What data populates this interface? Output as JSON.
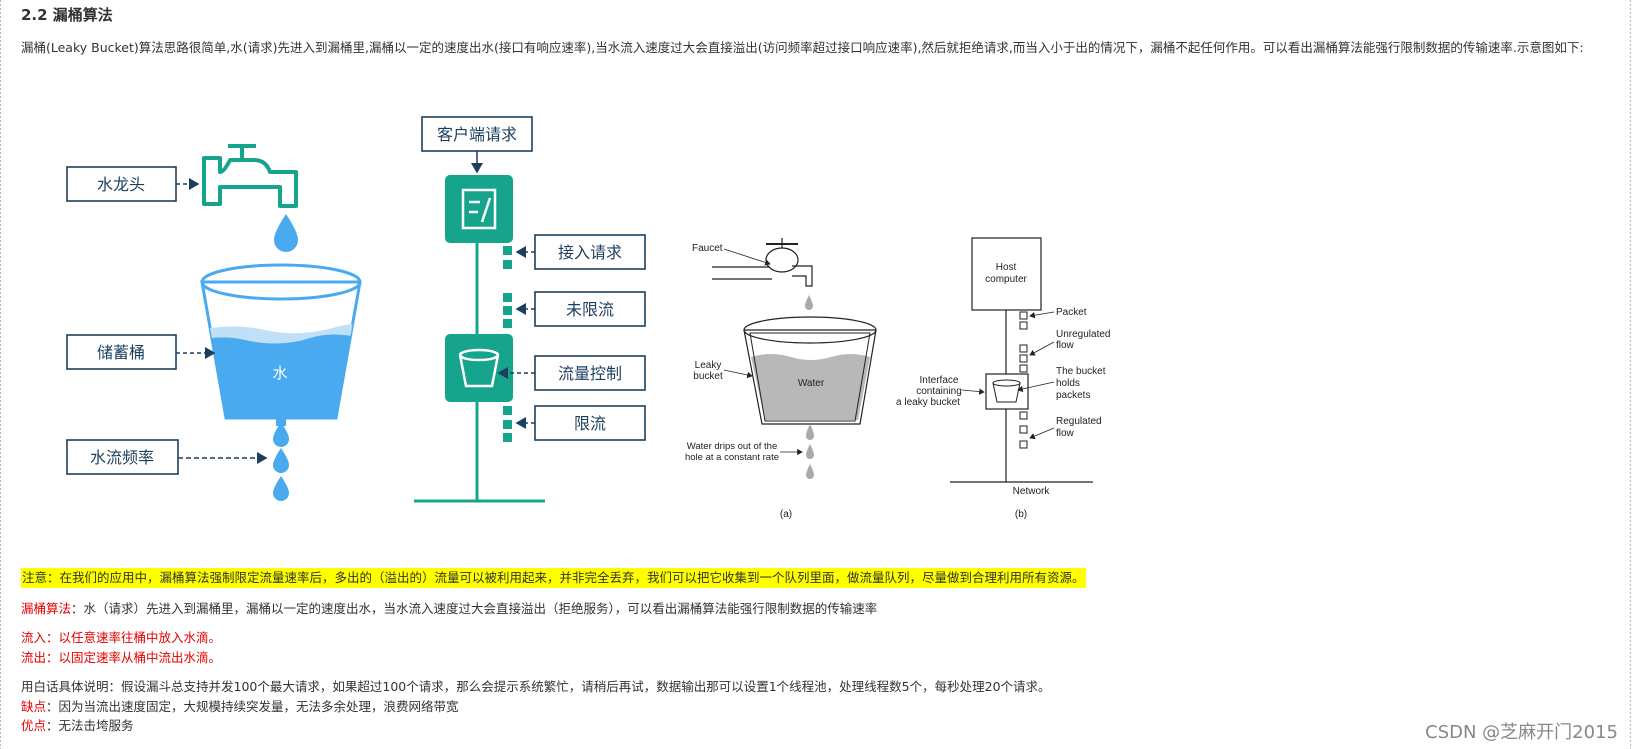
{
  "section_title": "2.2 漏桶算法",
  "intro": "漏桶(Leaky Bucket)算法思路很简单,水(请求)先进入到漏桶里,漏桶以一定的速度出水(接口有响应速率),当水流入速度过大会直接溢出(访问频率超过接口响应速率),然后就拒绝请求,而当入小于出的情况下，漏桶不起任何作用。可以看出漏桶算法能强行限制数据的传输速率.示意图如下:",
  "diagram_left": {
    "faucet_label": "水龙头",
    "bucket_label": "储蓄桶",
    "water_text": "水",
    "rate_label": "水流频率"
  },
  "diagram_flow": {
    "top_label": "客户端请求",
    "step1": "接入请求",
    "step2": "未限流",
    "step3": "流量控制",
    "step4": "限流"
  },
  "diagram_a": {
    "faucet": "Faucet",
    "leaky_line1": "Leaky",
    "leaky_line2": "bucket",
    "water": "Water",
    "drips_line1": "Water drips out of the",
    "drips_line2": "hole at a constant rate",
    "caption": "(a)"
  },
  "diagram_b": {
    "host_line1": "Host",
    "host_line2": "computer",
    "packet": "Packet",
    "unreg_line1": "Unregulated",
    "unreg_line2": "flow",
    "holds_line1": "The bucket",
    "holds_line2": "holds",
    "holds_line3": "packets",
    "iface_line1": "Interface",
    "iface_line2": "containing",
    "iface_line3": "a leaky bucket",
    "reg_line1": "Regulated",
    "reg_line2": "flow",
    "network": "Network",
    "caption": "(b)"
  },
  "note": "注意：在我们的应用中，漏桶算法强制限定流量速率后，多出的（溢出的）流量可以被利用起来，并非完全丢弃，我们可以把它收集到一个队列里面，做流量队列，尽量做到合理利用所有资源。",
  "def_label": "漏桶算法",
  "def_text": "：水（请求）先进入到漏桶里，漏桶以一定的速度出水，当水流入速度过大会直接溢出（拒绝服务），可以看出漏桶算法能强行限制数据的传输速率",
  "inflow": "流入：以任意速率往桶中放入水滴。",
  "outflow": "流出：以固定速率从桶中流出水滴。",
  "plain": "用白话具体说明：假设漏斗总支持并发100个最大请求，如果超过100个请求，那么会提示系统繁忙，请稍后再试，数据输出那可以设置1个线程池，处理线程数5个，每秒处理20个请求。",
  "cons_label": "缺点",
  "cons_text": "：因为当流出速度固定，大规模持续突发量，无法多余处理，浪费网络带宽",
  "pros_label": "优点",
  "pros_text": "：无法击垮服务",
  "watermark": "CSDN @芝麻开门2015",
  "colors": {
    "teal": "#16a48d",
    "navy": "#1d3f5e",
    "water_blue": "#4aaaf0",
    "highlight": "#ffff00",
    "red": "#e60000"
  }
}
